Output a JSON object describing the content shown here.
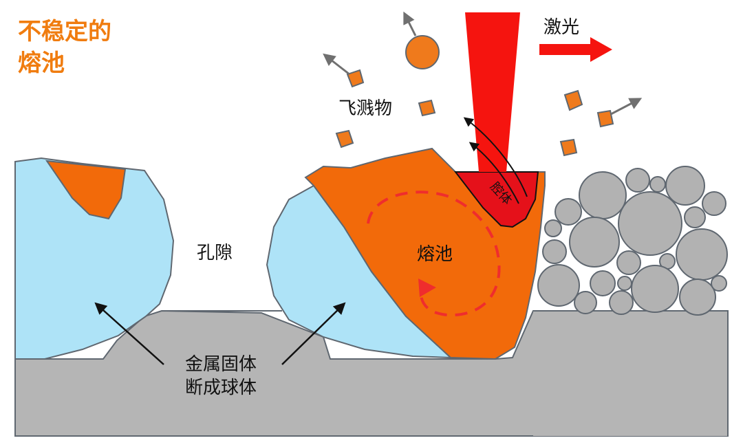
{
  "title": {
    "line1": "不稳定的",
    "line2": "熔池"
  },
  "labels": {
    "laser": "激光",
    "spatter": "飞溅物",
    "keyhole": "腔体",
    "pore": "孔隙",
    "melt_pool": "熔池",
    "solid_line1": "金属固体",
    "solid_line2": "断成球体"
  },
  "colors": {
    "title": "#F07C0F",
    "substrate": "#B5B5B5",
    "outline": "#5F6770",
    "solid_metal": "#AEE3F7",
    "molten_orange": "#F26A0A",
    "spatter_orange": "#EF7A1C",
    "laser_red": "#F5140F",
    "keyhole_red": "#E5111A",
    "circulation": "#EF2D2D",
    "powder": "#B2B2B2",
    "arrow": "#707070"
  }
}
